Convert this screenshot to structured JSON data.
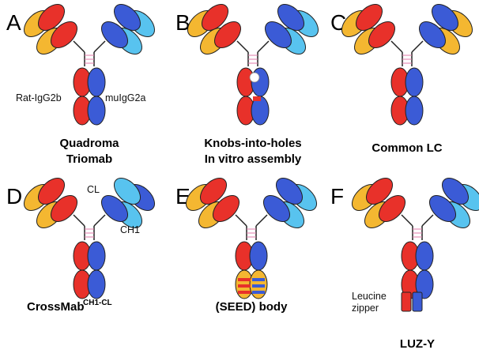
{
  "colors": {
    "red": "#e8312a",
    "orange": "#f4b731",
    "darkblue": "#3b5bd6",
    "lightblue": "#58c3ef",
    "hinge_line": "#e07aa8",
    "outline": "#222222"
  },
  "panels": [
    {
      "letter": "A",
      "caption_lines": [
        "Quadroma",
        "Triomab"
      ],
      "left_label": "Rat-IgG2b",
      "right_label": "muIgG2a"
    },
    {
      "letter": "B",
      "caption_lines": [
        "Knobs-into-holes",
        "In vitro assembly"
      ]
    },
    {
      "letter": "C",
      "caption_lines": [
        "Common LC"
      ]
    },
    {
      "letter": "D",
      "caption_main": "CrossMab",
      "caption_sup": "CH1-CL",
      "label_cl": "CL",
      "label_ch1": "CH1"
    },
    {
      "letter": "E",
      "caption_lines": [
        "(SEED) body"
      ]
    },
    {
      "letter": "F",
      "caption_lines": [
        "LUZ-Y"
      ],
      "zipper_lines": [
        "Leucine",
        "zipper"
      ]
    }
  ]
}
